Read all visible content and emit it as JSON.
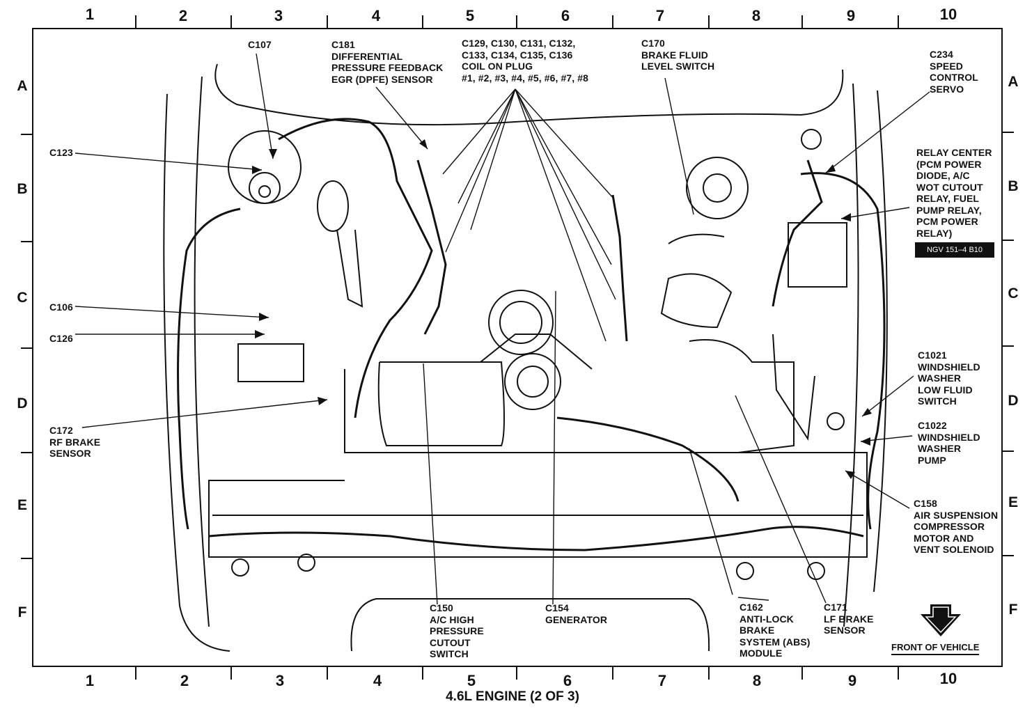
{
  "title": "4.6L ENGINE (2 OF 3)",
  "badge": "NGV 151–4 B10",
  "front_label": "FRONT OF VEHICLE",
  "columns": [
    "1",
    "2",
    "3",
    "4",
    "5",
    "6",
    "7",
    "8",
    "9",
    "10"
  ],
  "rows": [
    "A",
    "B",
    "C",
    "D",
    "E",
    "F"
  ],
  "labels": {
    "c107": "C107",
    "c181": "C181\nDIFFERENTIAL\nPRESSURE FEEDBACK\nEGR (DPFE) SENSOR",
    "c129": "C129, C130, C131, C132,\nC133, C134, C135, C136\nCOIL ON PLUG\n#1, #2, #3, #4, #5, #6, #7, #8",
    "c170": "C170\nBRAKE FLUID\nLEVEL SWITCH",
    "c234": "C234\nSPEED\nCONTROL\nSERVO",
    "c123": "C123",
    "relay": "RELAY CENTER\n(PCM POWER\nDIODE, A/C\nWOT CUTOUT\nRELAY, FUEL\nPUMP RELAY,\nPCM POWER\nRELAY)",
    "c106": "C106",
    "c126": "C126",
    "c1021": "C1021\nWINDSHIELD\nWASHER\nLOW FLUID\nSWITCH",
    "c172": "C172\nRF BRAKE\nSENSOR",
    "c1022": "C1022\nWINDSHIELD\nWASHER\nPUMP",
    "c158": "C158\nAIR SUSPENSION\nCOMPRESSOR\nMOTOR AND\nVENT SOLENOID",
    "c150": "C150\nA/C HIGH\nPRESSURE\nCUTOUT\nSWITCH",
    "c154": "C154\nGENERATOR",
    "c162": "C162\nANTI-LOCK\nBRAKE\nSYSTEM (ABS)\nMODULE",
    "c171": "C171\nLF BRAKE\nSENSOR"
  }
}
